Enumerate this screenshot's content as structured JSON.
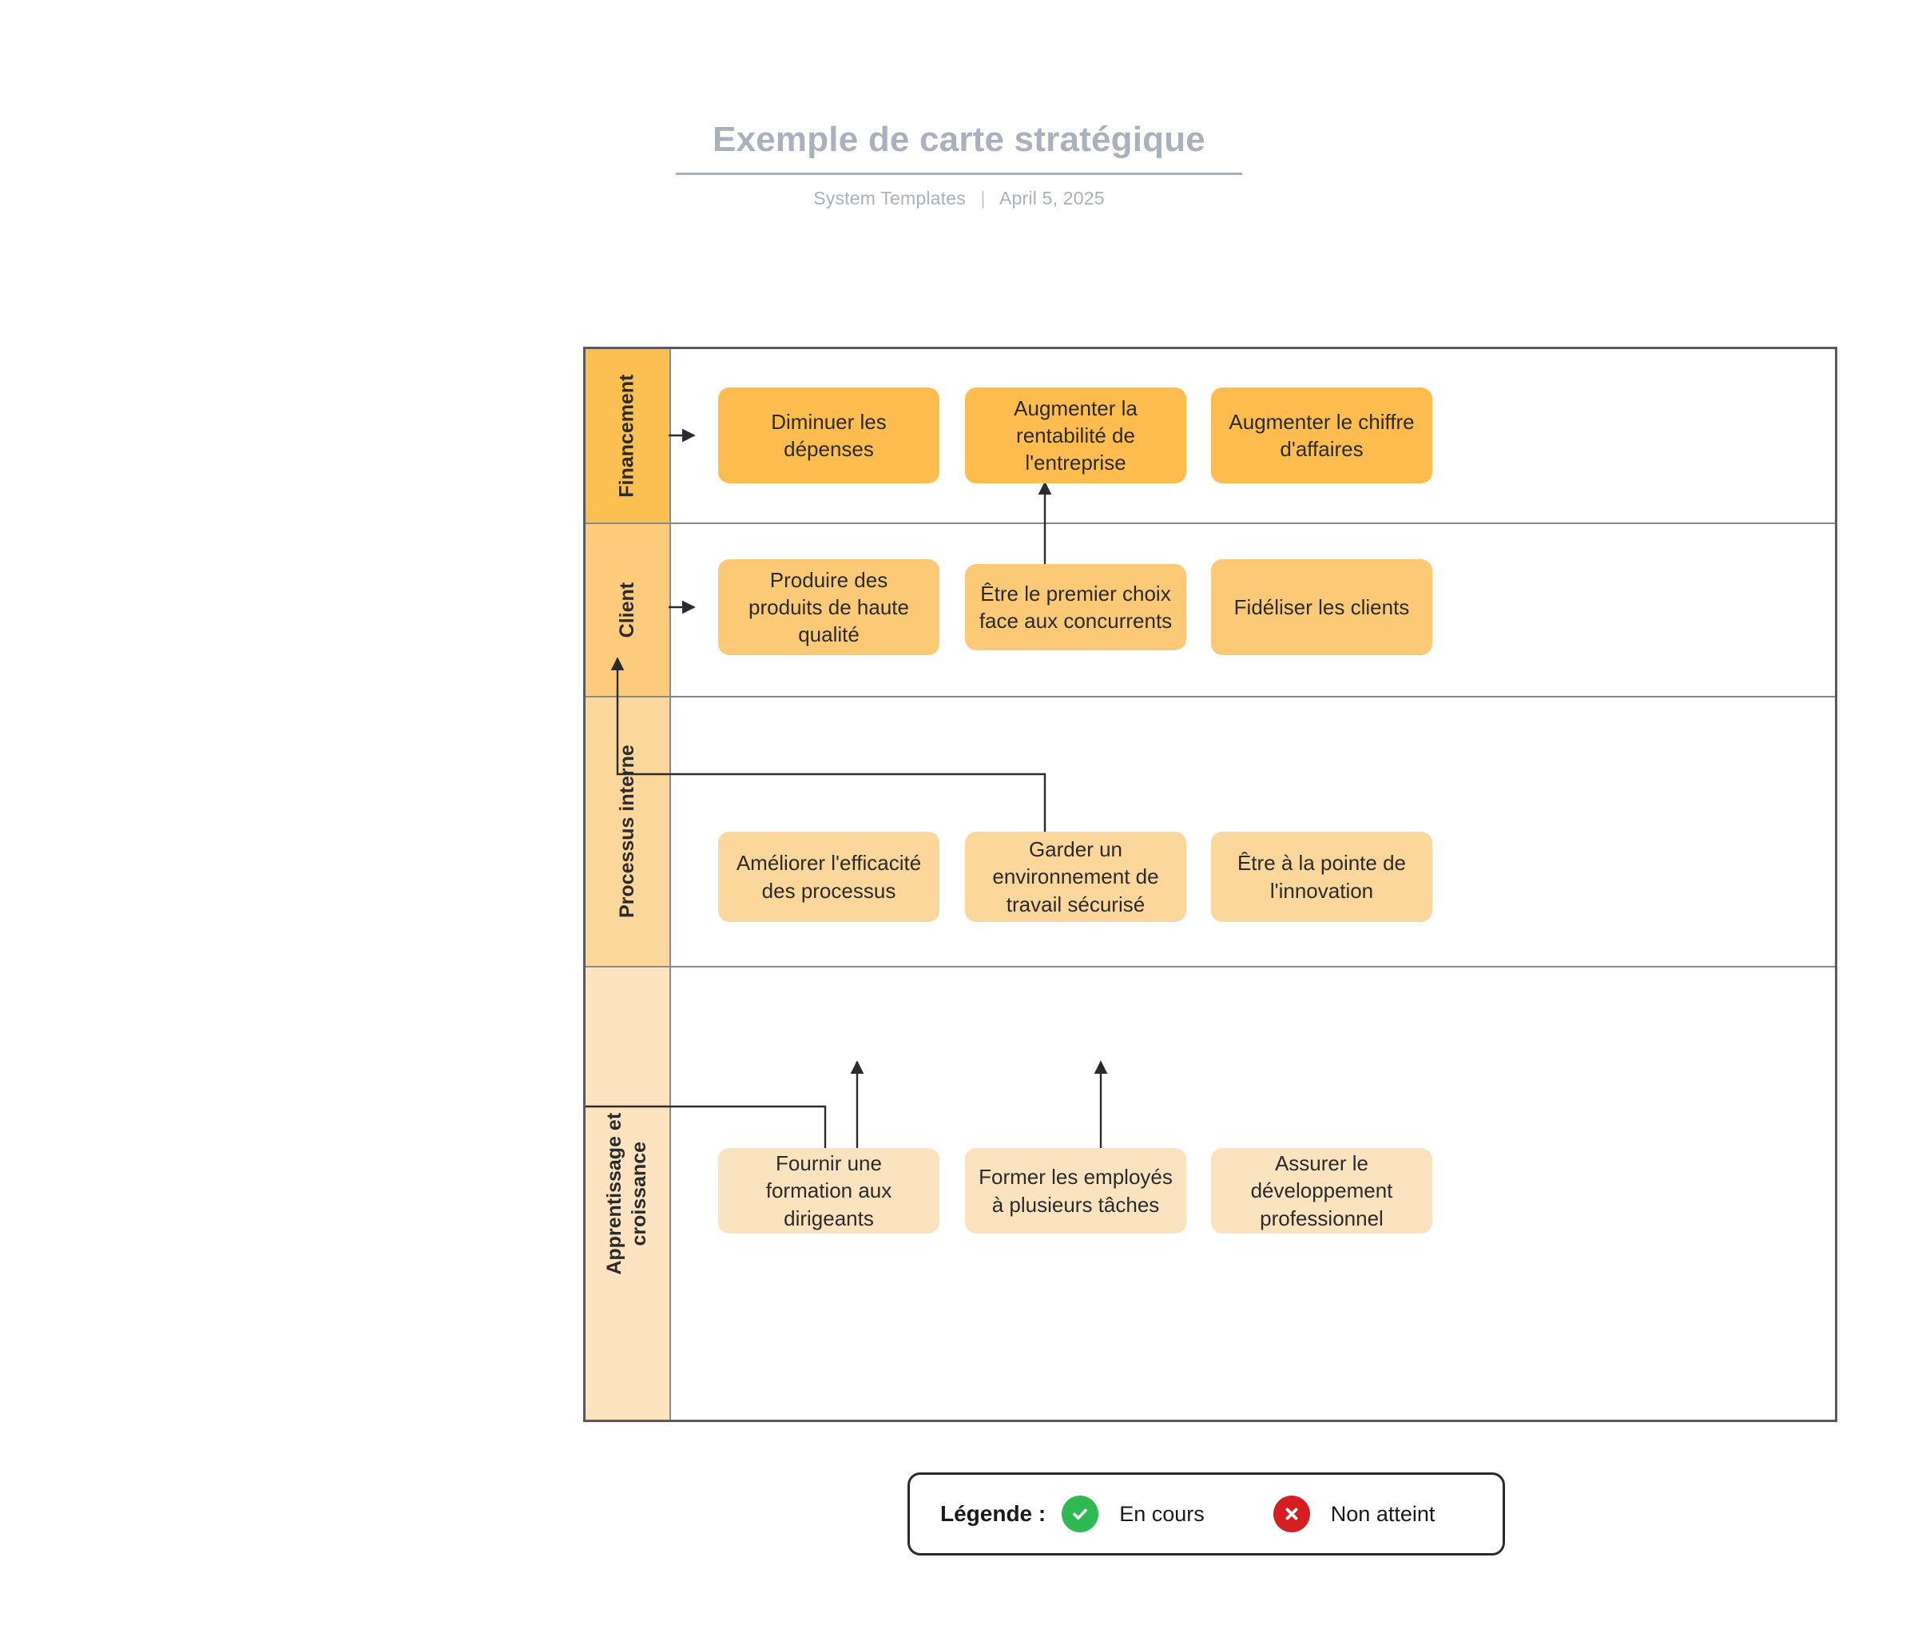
{
  "header": {
    "title": "Exemple de carte stratégique",
    "author": "System Templates",
    "separator": "|",
    "date": "April 5, 2025"
  },
  "diagram": {
    "type": "strategy-map",
    "bands": [
      {
        "id": "financement",
        "label": "Financement",
        "band_color": "#FBBF52",
        "node_color": "#FFBC4F",
        "nodes": [
          {
            "id": "diminuer-depenses",
            "label": "Diminuer les dépenses"
          },
          {
            "id": "augmenter-rentabilite",
            "label": "Augmenter la rentabilité de l'entreprise"
          },
          {
            "id": "augmenter-chiffre-affaires",
            "label": "Augmenter le chiffre d'affaires"
          }
        ]
      },
      {
        "id": "client",
        "label": "Client",
        "band_color": "#FCCB7B",
        "node_color": "#FCCA77",
        "nodes": [
          {
            "id": "produire-produits-qualite",
            "label": "Produire des produits de haute qualité"
          },
          {
            "id": "premier-choix",
            "label": "Être le premier choix face aux concurrents"
          },
          {
            "id": "fideliser-clients",
            "label": "Fidéliser les clients"
          }
        ]
      },
      {
        "id": "processus-interne",
        "label": "Processus interne",
        "band_color": "#FCD79B",
        "node_color": "#FCD79B",
        "nodes": [
          {
            "id": "ameliorer-efficacite",
            "label": "Améliorer l'efficacité des processus"
          },
          {
            "id": "environnement-securise",
            "label": "Garder un environnement de travail sécurisé"
          },
          {
            "id": "pointe-innovation",
            "label": "Être à la pointe de l'innovation"
          }
        ]
      },
      {
        "id": "apprentissage-croissance",
        "label": "Apprentissage et\ncroissance",
        "band_color": "#FDE3C0",
        "node_color": "#FCE3C0",
        "nodes": [
          {
            "id": "formation-dirigeants",
            "label": "Fournir une formation aux dirigeants"
          },
          {
            "id": "former-employes",
            "label": "Former les employés à plusieurs tâches"
          },
          {
            "id": "developpement-professionnel",
            "label": "Assurer le développement professionnel"
          }
        ]
      }
    ],
    "connections": [
      {
        "from": "diminuer-depenses",
        "to": "augmenter-rentabilite",
        "direction": "right"
      },
      {
        "from": "augmenter-chiffre-affaires",
        "to": "augmenter-rentabilite",
        "direction": "left"
      },
      {
        "from": "produire-produits-qualite",
        "to": "premier-choix",
        "direction": "right"
      },
      {
        "from": "premier-choix",
        "to": "fideliser-clients",
        "direction": "right"
      },
      {
        "from": "fideliser-clients",
        "to": "augmenter-chiffre-affaires",
        "direction": "up"
      },
      {
        "from": "ameliorer-efficacite",
        "to": "produire-produits-qualite",
        "direction": "up"
      },
      {
        "from": "pointe-innovation",
        "to": "produire-produits-qualite",
        "direction": "up-elbow"
      },
      {
        "from": "former-employes",
        "to": "ameliorer-efficacite",
        "direction": "up-elbow"
      },
      {
        "from": "former-employes",
        "to": "environnement-securise",
        "direction": "up"
      },
      {
        "from": "developpement-professionnel",
        "to": "pointe-innovation",
        "direction": "up"
      }
    ]
  },
  "legend": {
    "title": "Légende :",
    "items": [
      {
        "icon": "check-circle-icon",
        "label": "En cours",
        "color": "#2EB953"
      },
      {
        "icon": "x-circle-icon",
        "label": "Non atteint",
        "color": "#D41E21"
      }
    ]
  }
}
